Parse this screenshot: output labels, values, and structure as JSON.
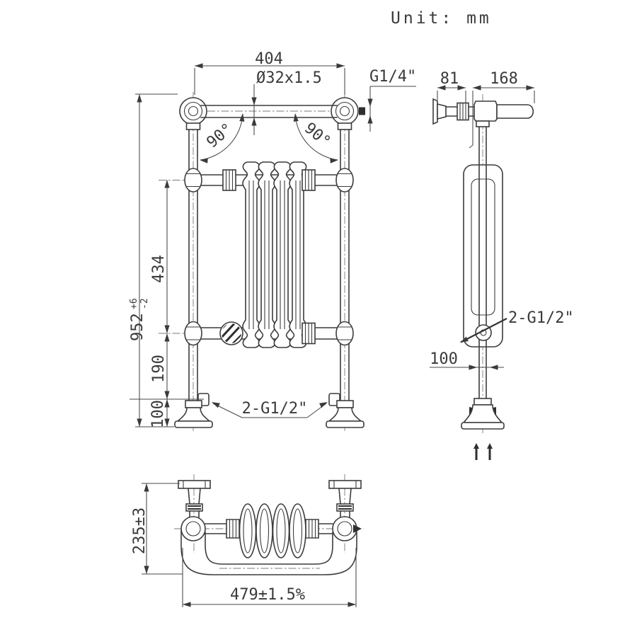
{
  "page": {
    "background": "#ffffff",
    "line_color": "#3c3c3c"
  },
  "unit_note": "Unit: mm",
  "front_view": {
    "dim_width": "404",
    "tube_spec": "Ø32x1.5",
    "vent_thread": "G1/4\"",
    "angle_left": "90°",
    "angle_right": "90°",
    "dim_height": "952",
    "dim_height_tol_upper": "+6",
    "dim_height_tol_lower": "-2",
    "dim_radiator_height": "434",
    "dim_rail_to_inlet": "190",
    "dim_inlet_to_floor": "100",
    "inlet_thread": "2-G1/2\""
  },
  "side_view": {
    "dim_bracket_depth": "81",
    "dim_overall_depth": "168",
    "inlet_thread": "2-G1/2\"",
    "dim_inlet_offset": "100"
  },
  "top_view": {
    "dim_depth": "235±3",
    "dim_width": "479±1.5%"
  }
}
